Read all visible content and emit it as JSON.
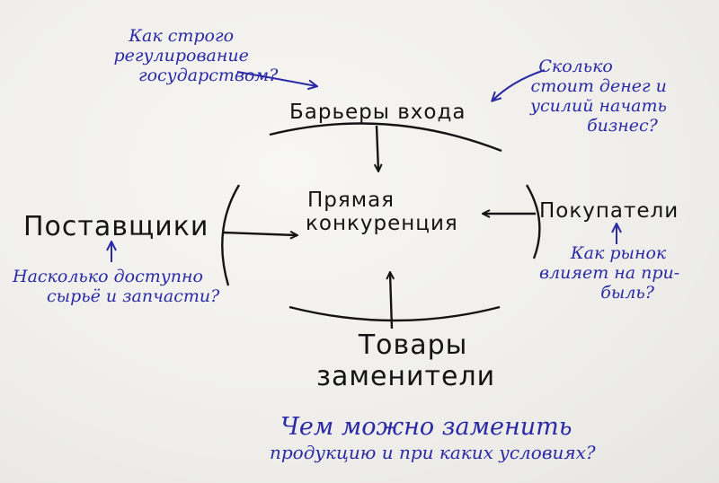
{
  "nodes": {
    "center": [
      "Прямая",
      "конкуренция"
    ],
    "top": "Барьеры входа",
    "left": "Поставщики",
    "right": "Покупатели",
    "bottom": [
      "Товары",
      "заменители"
    ]
  },
  "questions": {
    "government": [
      "Как строго",
      "регулирование",
      "государством?"
    ],
    "cost": [
      "Сколько",
      "стоит денег и",
      "усилий начать",
      "бизнес?"
    ],
    "suppliers": [
      "Насколько доступно",
      "сырьё и запчасти?"
    ],
    "buyers": [
      "Как рынок",
      "влияет на при-",
      "быль?"
    ],
    "substitutes": [
      "Чем можно заменить",
      "продукцию и при каких условиях?"
    ]
  },
  "colors": {
    "ink_black": "#141414",
    "ink_blue": "#2a2aa6",
    "paper": "#f3f2ef"
  }
}
